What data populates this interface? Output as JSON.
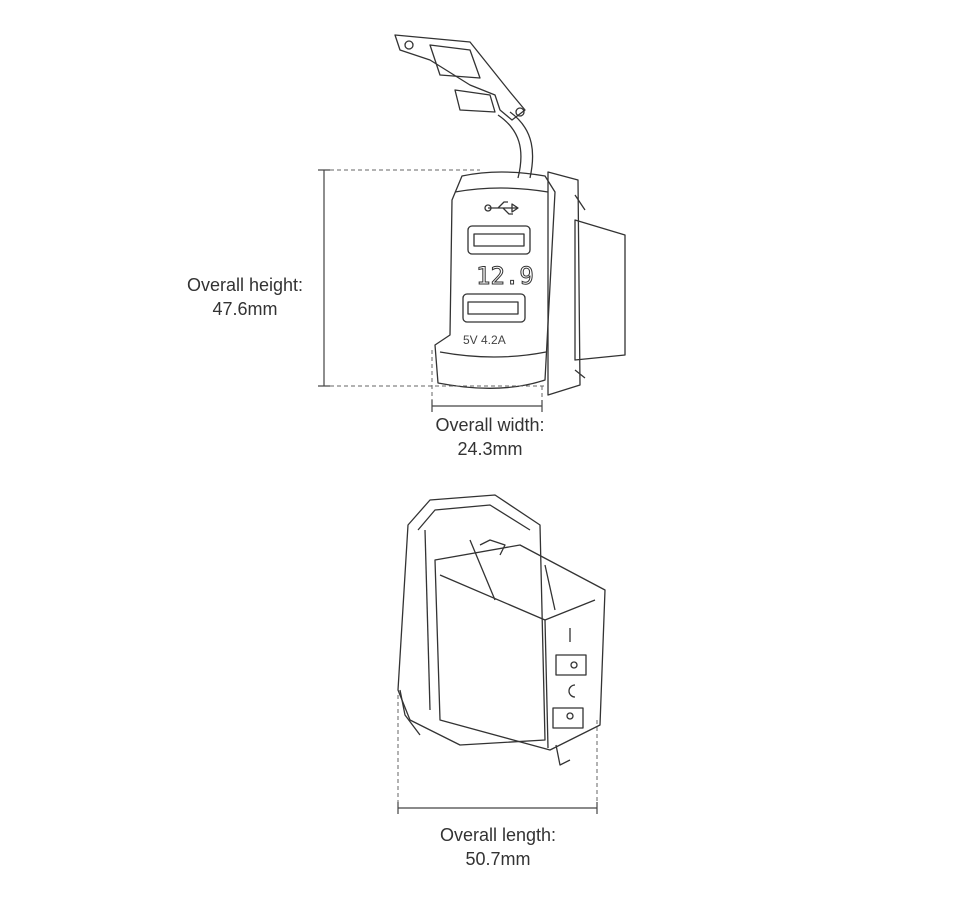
{
  "dimensions": {
    "height": {
      "label": "Overall height:",
      "value": "47.6mm"
    },
    "width": {
      "label": "Overall width:",
      "value": "24.3mm"
    },
    "length": {
      "label": "Overall length:",
      "value": "50.7mm"
    }
  },
  "device": {
    "display_reading": "12.9",
    "rating": "5V 4.2A"
  }
}
